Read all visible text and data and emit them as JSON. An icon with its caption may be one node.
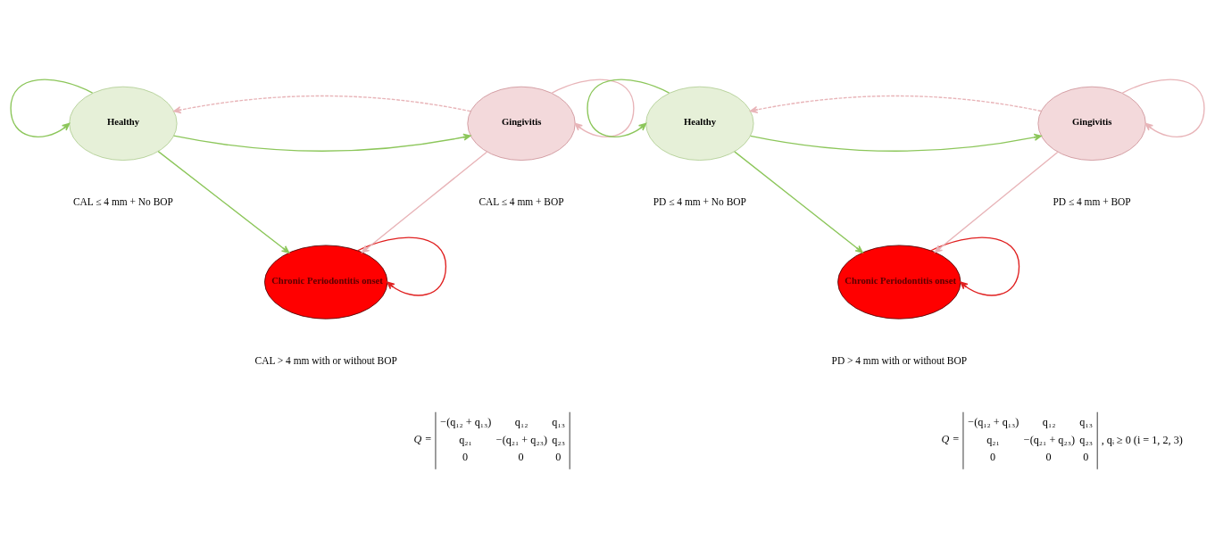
{
  "diagram": {
    "nodes": [
      {
        "text": [
          "Healthy"
        ],
        "beside": [
          "CAL ≤ 4 mm + No BOP"
        ]
      },
      {
        "text": [
          "Gingivitis"
        ],
        "beside": [
          "CAL ≤ 4 mm + BOP"
        ]
      },
      {
        "text": [
          "Chronic Periodontitis onset"
        ],
        "beside": [
          "CAL > 4 mm with or without BOP"
        ]
      },
      {
        "text": [
          "Healthy"
        ],
        "beside": [
          "PD ≤ 4 mm + No BOP"
        ]
      },
      {
        "text": [
          "Gingivitis"
        ],
        "beside": [
          "PD ≤ 4 mm + BOP"
        ]
      },
      {
        "text": [
          "Chronic Periodontitis onset"
        ],
        "beside": [
          "PD > 4 mm with or without BOP"
        ]
      }
    ],
    "edges": [
      {
        "from": 0,
        "to": 0,
        "arrow": "to",
        "color": "#8cc65a"
      },
      {
        "from": 0,
        "to": 1,
        "arrow": "to",
        "color": "#8cc65a"
      },
      {
        "from": 1,
        "to": 0,
        "arrow": "to",
        "style": "dashed",
        "color": "#e8b4b8"
      },
      {
        "from": 1,
        "to": 1,
        "arrow": "to",
        "color": "#e8b4b8"
      },
      {
        "from": 0,
        "to": 2,
        "arrow": "to",
        "color": "#8cc65a"
      },
      {
        "from": 1,
        "to": 2,
        "arrow": "to",
        "color": "#e8b4b8"
      },
      {
        "from": 2,
        "to": 2,
        "arrow": "to",
        "color": "#e02020"
      },
      {
        "from": 3,
        "to": 3,
        "arrow": "to",
        "color": "#8cc65a"
      },
      {
        "from": 3,
        "to": 4,
        "arrow": "to",
        "color": "#8cc65a"
      },
      {
        "from": 4,
        "to": 3,
        "arrow": "to",
        "style": "dashed",
        "color": "#e8b4b8"
      },
      {
        "from": 4,
        "to": 4,
        "arrow": "to",
        "color": "#e8b4b8"
      },
      {
        "from": 3,
        "to": 5,
        "arrow": "to",
        "color": "#8cc65a"
      },
      {
        "from": 4,
        "to": 5,
        "arrow": "to",
        "color": "#e8b4b8"
      },
      {
        "from": 5,
        "to": 5,
        "arrow": "to",
        "color": "#e02020"
      }
    ],
    "labels": [
      "Q =",
      "−(q₁₂ + q₁₃)",
      "q₁₂",
      "q₁₃",
      "q₂₁",
      "−(q₂₁ + q₂₃)",
      "q₂₃",
      "0",
      "0",
      "0",
      "Q =",
      "−(q₁₂ + q₁₃)",
      "q₁₂",
      "q₁₃",
      "q₂₁",
      "−(q₂₁ + q₂₃)",
      "q₂₃",
      "0",
      "0",
      "0",
      ", qᵢ ≥ 0 (i = 1, 2, 3)"
    ]
  }
}
